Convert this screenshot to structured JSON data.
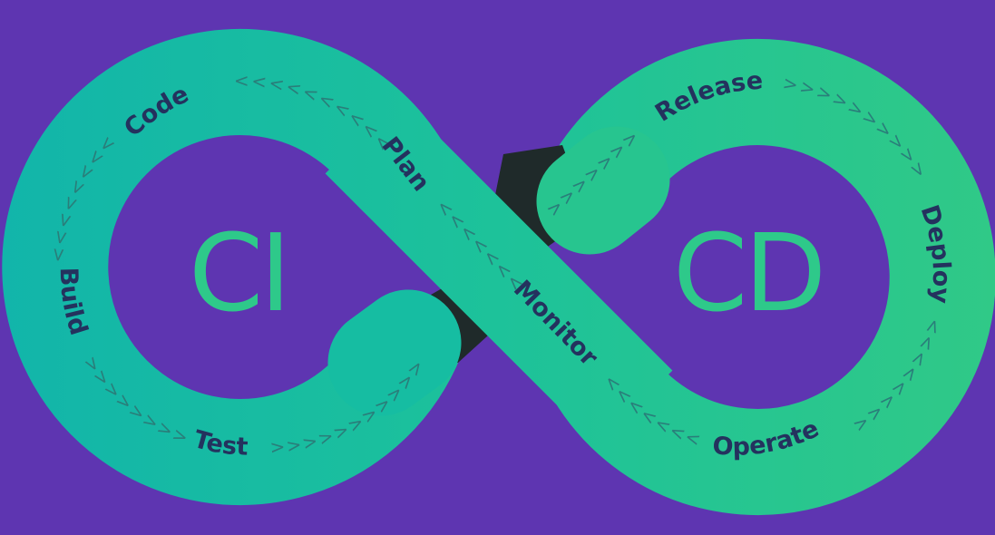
{
  "diagram": {
    "type": "infinity-loop",
    "colors": {
      "background": "#5E35B1",
      "band_left": "#14BAA6",
      "band_right": "#2EC98A",
      "crossing_shadow": "#1F2A2A",
      "label": "#24325E",
      "arrows": "#2A7E7A",
      "center_letters": "#2EC98A"
    },
    "loops": [
      {
        "id": "ci",
        "center_label": "CI",
        "stages": [
          "Plan",
          "Code",
          "Build",
          "Test"
        ]
      },
      {
        "id": "cd",
        "center_label": "CD",
        "stages": [
          "Release",
          "Deploy",
          "Operate",
          "Monitor"
        ]
      }
    ],
    "labels": {
      "code": "Code",
      "plan": "Plan",
      "build": "Build",
      "test": "Test",
      "release": "Release",
      "deploy": "Deploy",
      "operate": "Operate",
      "monitor": "Monitor",
      "ci": "CI",
      "cd": "CD"
    },
    "arrows": {
      "plan_to_code": "<<<<<<<<<<",
      "code_to_build": "<<<<<<<<",
      "build_to_test": ">>>>>>>>>",
      "test_to_cross": ">>>>>>>>>>>",
      "cross_to_release": ">>>>>>>",
      "release_to_deploy": ">>>>>>>>>>",
      "deploy_to_operate": "<<<<<<<<",
      "operate_to_monitor": "<<<<<<<<",
      "monitor_to_plan": "<<<<<<<"
    },
    "flow_order": [
      "Plan",
      "Code",
      "Build",
      "Test",
      "Release",
      "Deploy",
      "Operate",
      "Monitor"
    ]
  }
}
